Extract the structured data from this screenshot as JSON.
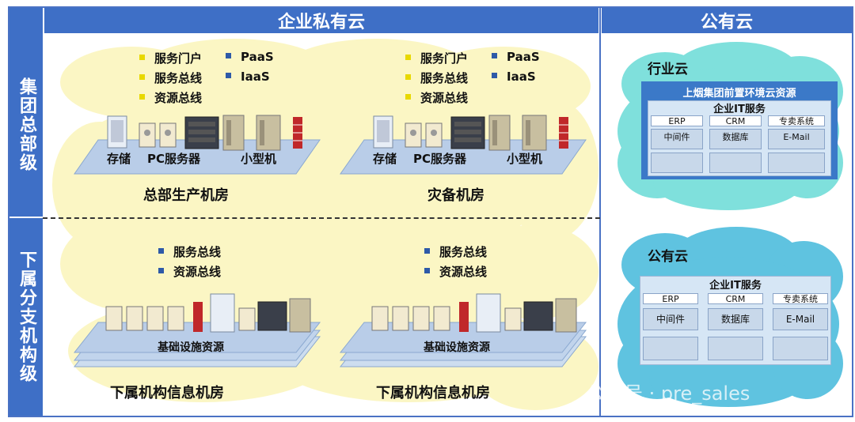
{
  "headers": {
    "private_cloud": "企业私有云",
    "public_cloud": "公有云"
  },
  "side_labels": {
    "hq": "集团总部级",
    "branch": "下属分支机构级"
  },
  "hq_rooms": [
    {
      "title": "总部生产机房",
      "bullets_left": [
        "服务门户",
        "服务总线",
        "资源总线"
      ],
      "bullets_right": [
        "PaaS",
        "IaaS"
      ],
      "device_labels": [
        "存储",
        "PC服务器",
        "小型机"
      ]
    },
    {
      "title": "灾备机房",
      "bullets_left": [
        "服务门户",
        "服务总线",
        "资源总线"
      ],
      "bullets_right": [
        "PaaS",
        "IaaS"
      ],
      "device_labels": [
        "存储",
        "PC服务器",
        "小型机"
      ]
    }
  ],
  "branch_rooms": [
    {
      "title": "下属机构信息机房",
      "bullets": [
        "服务总线",
        "资源总线"
      ],
      "platform_label": "基础设施资源"
    },
    {
      "title": "下属机构信息机房",
      "bullets": [
        "服务总线",
        "资源总线"
      ],
      "platform_label": "基础设施资源"
    }
  ],
  "industry_cloud": {
    "cloud_label": "行业云",
    "banner": "上烟集团前置环境云资源",
    "service_title": "企业IT服务",
    "row1": [
      "ERP",
      "CRM",
      "专卖系统"
    ],
    "row2": [
      "中间件",
      "数据库",
      "E-Mail"
    ]
  },
  "public_cloud": {
    "cloud_label": "公有云",
    "service_title": "企业IT服务",
    "row1": [
      "ERP",
      "CRM",
      "专卖系统"
    ],
    "row2": [
      "中间件",
      "数据库",
      "E-Mail"
    ]
  },
  "watermark": "公众号 · pre_sales",
  "colors": {
    "header_blue": "#3e6fc6",
    "cloud_yellow": "#fbf6c4",
    "cloud_teal": "#7fe0dc",
    "cloud_blue": "#5fc3e0"
  }
}
